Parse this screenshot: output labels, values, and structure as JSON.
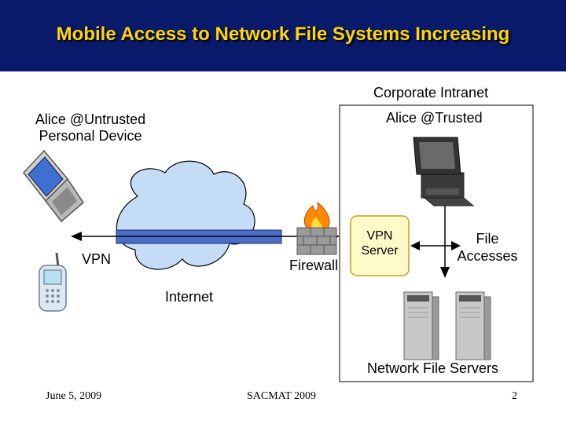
{
  "slide": {
    "title": "Mobile Access to Network File Systems Increasing"
  },
  "labels": {
    "corporate_intranet": "Corporate Intranet",
    "alice_untrusted_line1": "Alice @Untrusted",
    "alice_untrusted_line2": "Personal Device",
    "alice_trusted": "Alice @Trusted",
    "vpn": "VPN",
    "firewall": "Firewall",
    "internet": "Internet",
    "vpn_server_line1": "VPN",
    "vpn_server_line2": "Server",
    "file_accesses_line1": "File",
    "file_accesses_line2": "Accesses",
    "network_file_servers": "Network File Servers"
  },
  "footer": {
    "date": "June 5, 2009",
    "conference": "SACMAT 2009",
    "page": "2"
  },
  "colors": {
    "title_bg": "#0a1a6b",
    "title_text": "#ffd700",
    "cloud": "#c4dcf5",
    "tunnel": "#4a6ec8",
    "vpn_server_fill": "#fffbc8",
    "vpn_server_border": "#c4a020"
  }
}
